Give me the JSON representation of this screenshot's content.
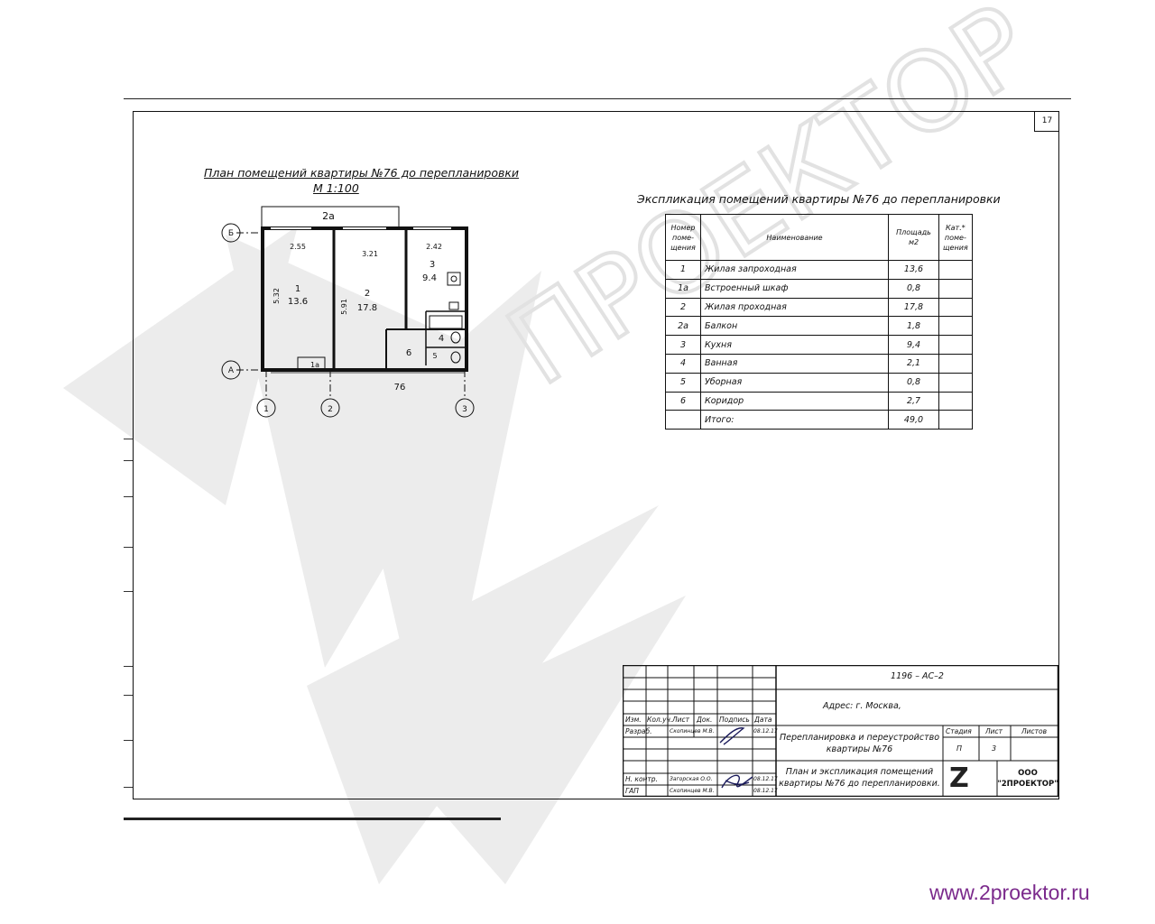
{
  "sheet": {
    "number": "17"
  },
  "plan": {
    "title": "План помещений квартиры №76 до перепланировки",
    "scale": "М 1:100",
    "axis_rows": [
      "Б",
      "А"
    ],
    "axis_cols": [
      "1",
      "2",
      "3"
    ],
    "balcony_label": "2а",
    "apartment_label": "76",
    "dimensions": {
      "d1": "2.55",
      "d2": "3.21",
      "d3": "2.42",
      "v1": "5.32",
      "v2": "5.91"
    },
    "rooms": [
      {
        "num": "1",
        "area": "13.6"
      },
      {
        "num": "2",
        "area": "17.8"
      },
      {
        "num": "3",
        "area": "9.4"
      },
      {
        "num": "4",
        "area": ""
      },
      {
        "num": "5",
        "area": ""
      },
      {
        "num": "6",
        "area": ""
      },
      {
        "num": "1а",
        "area": ""
      }
    ]
  },
  "explication": {
    "title": "Экспликация помещений квартиры №76 до перепланировки",
    "headers": {
      "num": [
        "Номер",
        "поме-",
        "щения"
      ],
      "name": "Наименование",
      "area": [
        "Площадь",
        "м2"
      ],
      "cat": [
        "Кат.*",
        "поме-",
        "щения"
      ]
    },
    "rows": [
      {
        "num": "1",
        "name": "Жилая запроходная",
        "area": "13,6"
      },
      {
        "num": "1а",
        "name": "Встроенный шкаф",
        "area": "0,8"
      },
      {
        "num": "2",
        "name": "Жилая проходная",
        "area": "17,8"
      },
      {
        "num": "2а",
        "name": "Балкон",
        "area": "1,8"
      },
      {
        "num": "3",
        "name": "Кухня",
        "area": "9,4"
      },
      {
        "num": "4",
        "name": "Ванная",
        "area": "2,1"
      },
      {
        "num": "5",
        "name": "Уборная",
        "area": "0,8"
      },
      {
        "num": "6",
        "name": "Коридор",
        "area": "2,7"
      },
      {
        "num": "",
        "name": "Итого:",
        "area": "49,0"
      }
    ]
  },
  "stamp": {
    "code": "1196 – АС–2",
    "address": "Адрес: г. Москва,",
    "project": [
      "Перепланировка и переустройство",
      "квартиры №76"
    ],
    "sheet_title": [
      "План и экспликация помещений",
      "квартиры №76 до перепланировки."
    ],
    "cols": {
      "izm": "Изм.",
      "koluch": "Кол.уч.",
      "list": "Лист",
      "dok": "Док.",
      "podpis": "Подпись",
      "data": "Дата"
    },
    "people": [
      {
        "role": "Разраб.",
        "name": "Скопинцев М.В.",
        "date": "08.12.17"
      },
      {
        "role": "Н. контр.",
        "name": "Загорская О.О.",
        "date": "08.12.17"
      },
      {
        "role": "ГАП",
        "name": "Скопинцев М.В.",
        "date": "08.12.17"
      }
    ],
    "stage_head": "Стадия",
    "list_head": "Лист",
    "listov_head": "Листов",
    "stage": "П",
    "list": "3",
    "listov": "",
    "company": [
      "ООО",
      "\"2ПРОЕКТОР\""
    ],
    "logo_letter": "Z"
  },
  "footer": {
    "url": "www.2proektor.ru"
  },
  "watermark": {
    "text": "ПРОЕКТОР"
  }
}
